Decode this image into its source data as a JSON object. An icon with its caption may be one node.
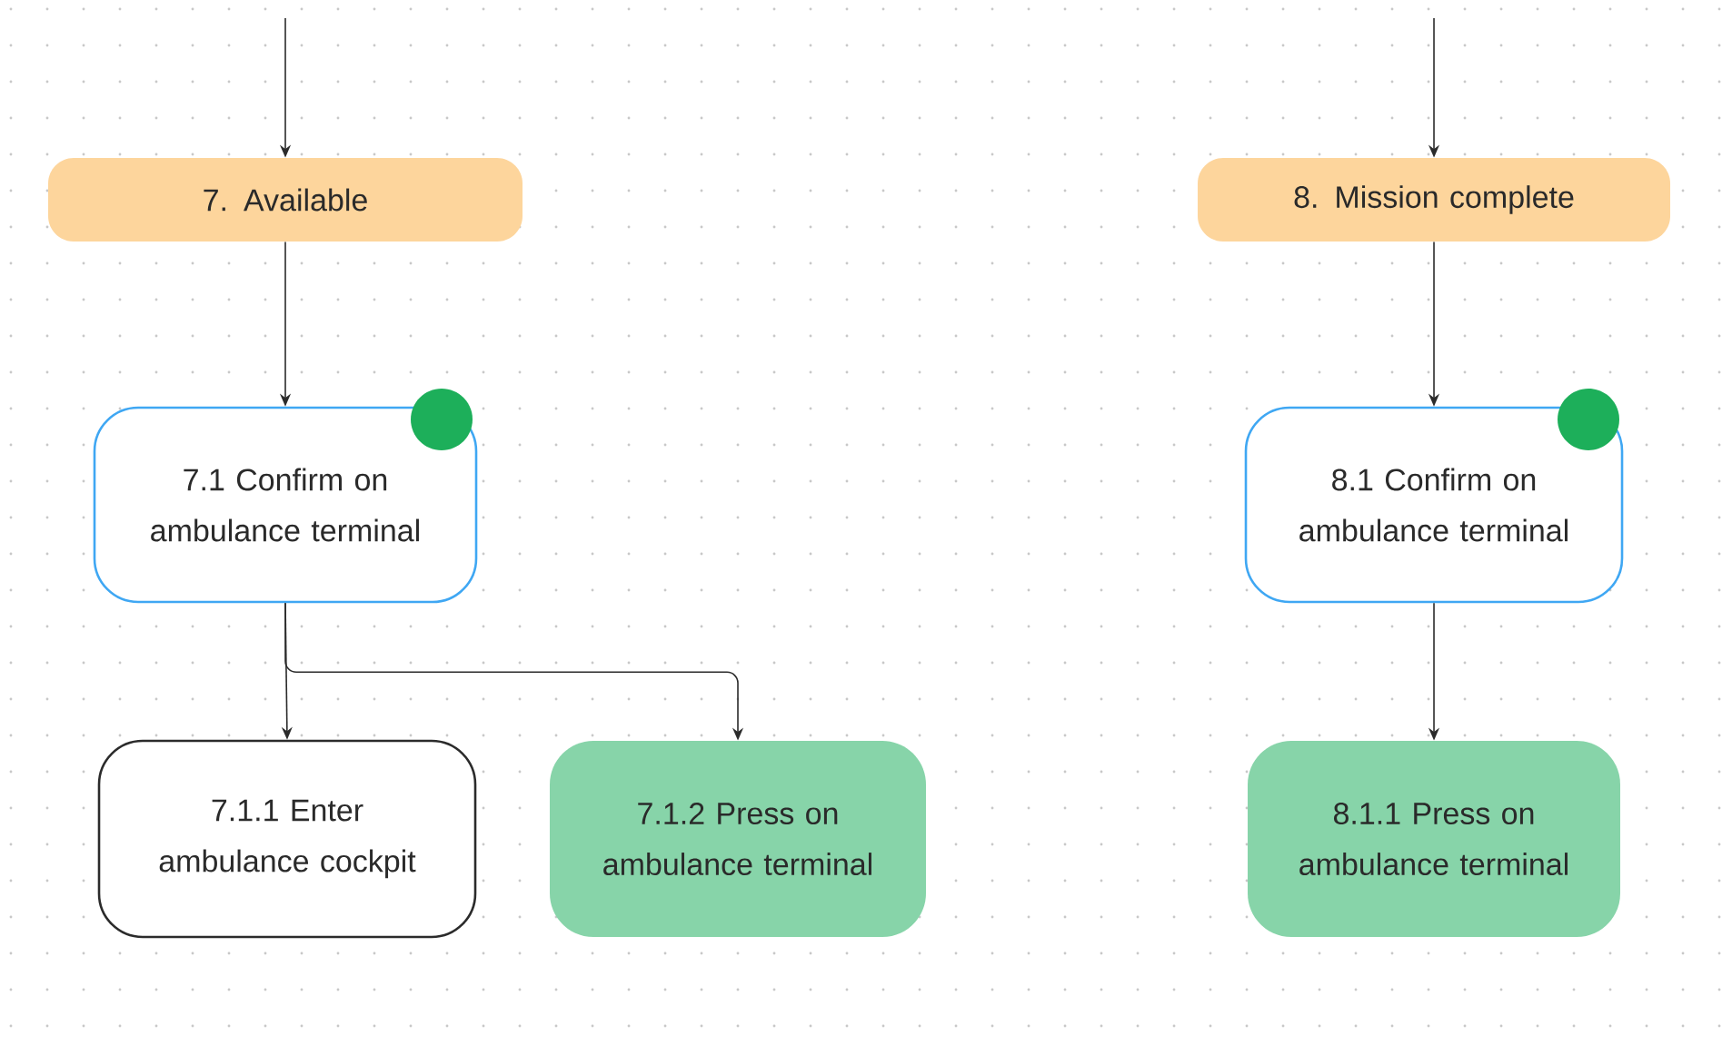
{
  "diagram": {
    "nodes": [
      {
        "text": [
          "7. Available"
        ]
      },
      {
        "text": [
          "8. Mission complete"
        ]
      },
      {
        "text": [
          "7.1 Confirm on ambulance terminal"
        ]
      },
      {
        "text": [
          "8.1 Confirm on ambulance terminal"
        ]
      },
      {
        "text": [
          "7.1.1 Enter ambulance cockpit"
        ]
      },
      {
        "text": [
          "7.1.2 Press on ambulance terminal"
        ]
      },
      {
        "text": [
          "8.1.1 Press on ambulance terminal"
        ]
      }
    ],
    "edges": [
      {
        "from": null,
        "to": 0,
        "arrow": "to"
      },
      {
        "from": null,
        "to": 1,
        "arrow": "to"
      },
      {
        "from": 0,
        "to": 2,
        "arrow": "to"
      },
      {
        "from": 1,
        "to": 3,
        "arrow": "to"
      },
      {
        "from": 2,
        "to": 4,
        "arrow": "to"
      },
      {
        "from": 2,
        "to": 5,
        "arrow": "to"
      },
      {
        "from": 3,
        "to": 6,
        "arrow": "to"
      }
    ]
  }
}
